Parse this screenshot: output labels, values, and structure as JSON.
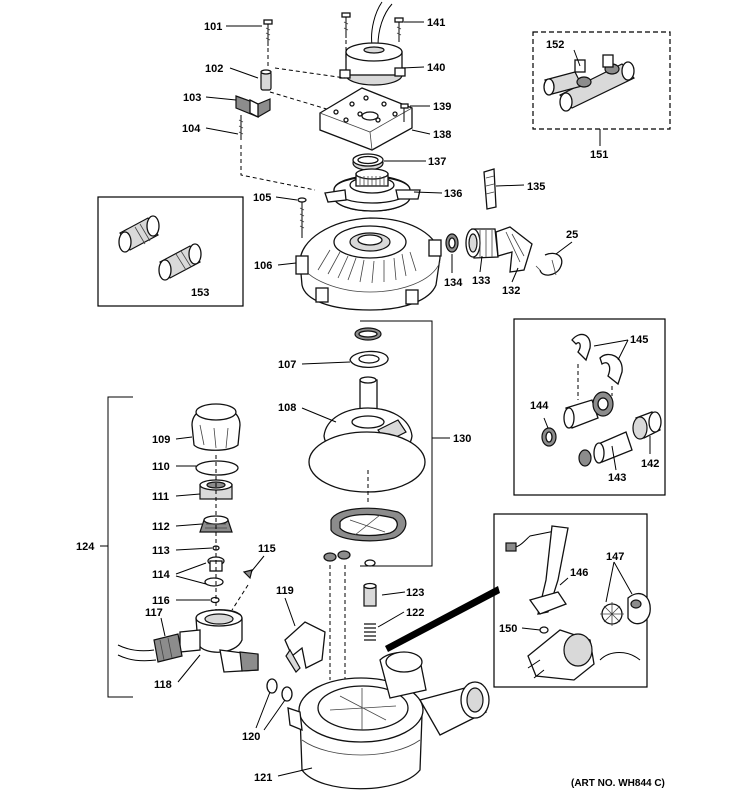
{
  "art_number": "(ART NO. WH844 C)",
  "labels": {
    "l101": "101",
    "l102": "102",
    "l103": "103",
    "l104": "104",
    "l105": "105",
    "l106": "106",
    "l107": "107",
    "l108": "108",
    "l109": "109",
    "l110": "110",
    "l111": "111",
    "l112": "112",
    "l113": "113",
    "l114": "114",
    "l115": "115",
    "l116": "116",
    "l117": "117",
    "l118": "118",
    "l119": "119",
    "l120": "120",
    "l121": "121",
    "l122": "122",
    "l123": "123",
    "l124": "124",
    "l130": "130",
    "l132": "132",
    "l133": "133",
    "l134": "134",
    "l135": "135",
    "l136": "136",
    "l137": "137",
    "l138": "138",
    "l139": "139",
    "l140": "140",
    "l141": "141",
    "l142": "142",
    "l143": "143",
    "l144": "144",
    "l145": "145",
    "l146": "146",
    "l147": "147",
    "l150": "150",
    "l151": "151",
    "l152": "152",
    "l153": "153",
    "l25": "25"
  }
}
